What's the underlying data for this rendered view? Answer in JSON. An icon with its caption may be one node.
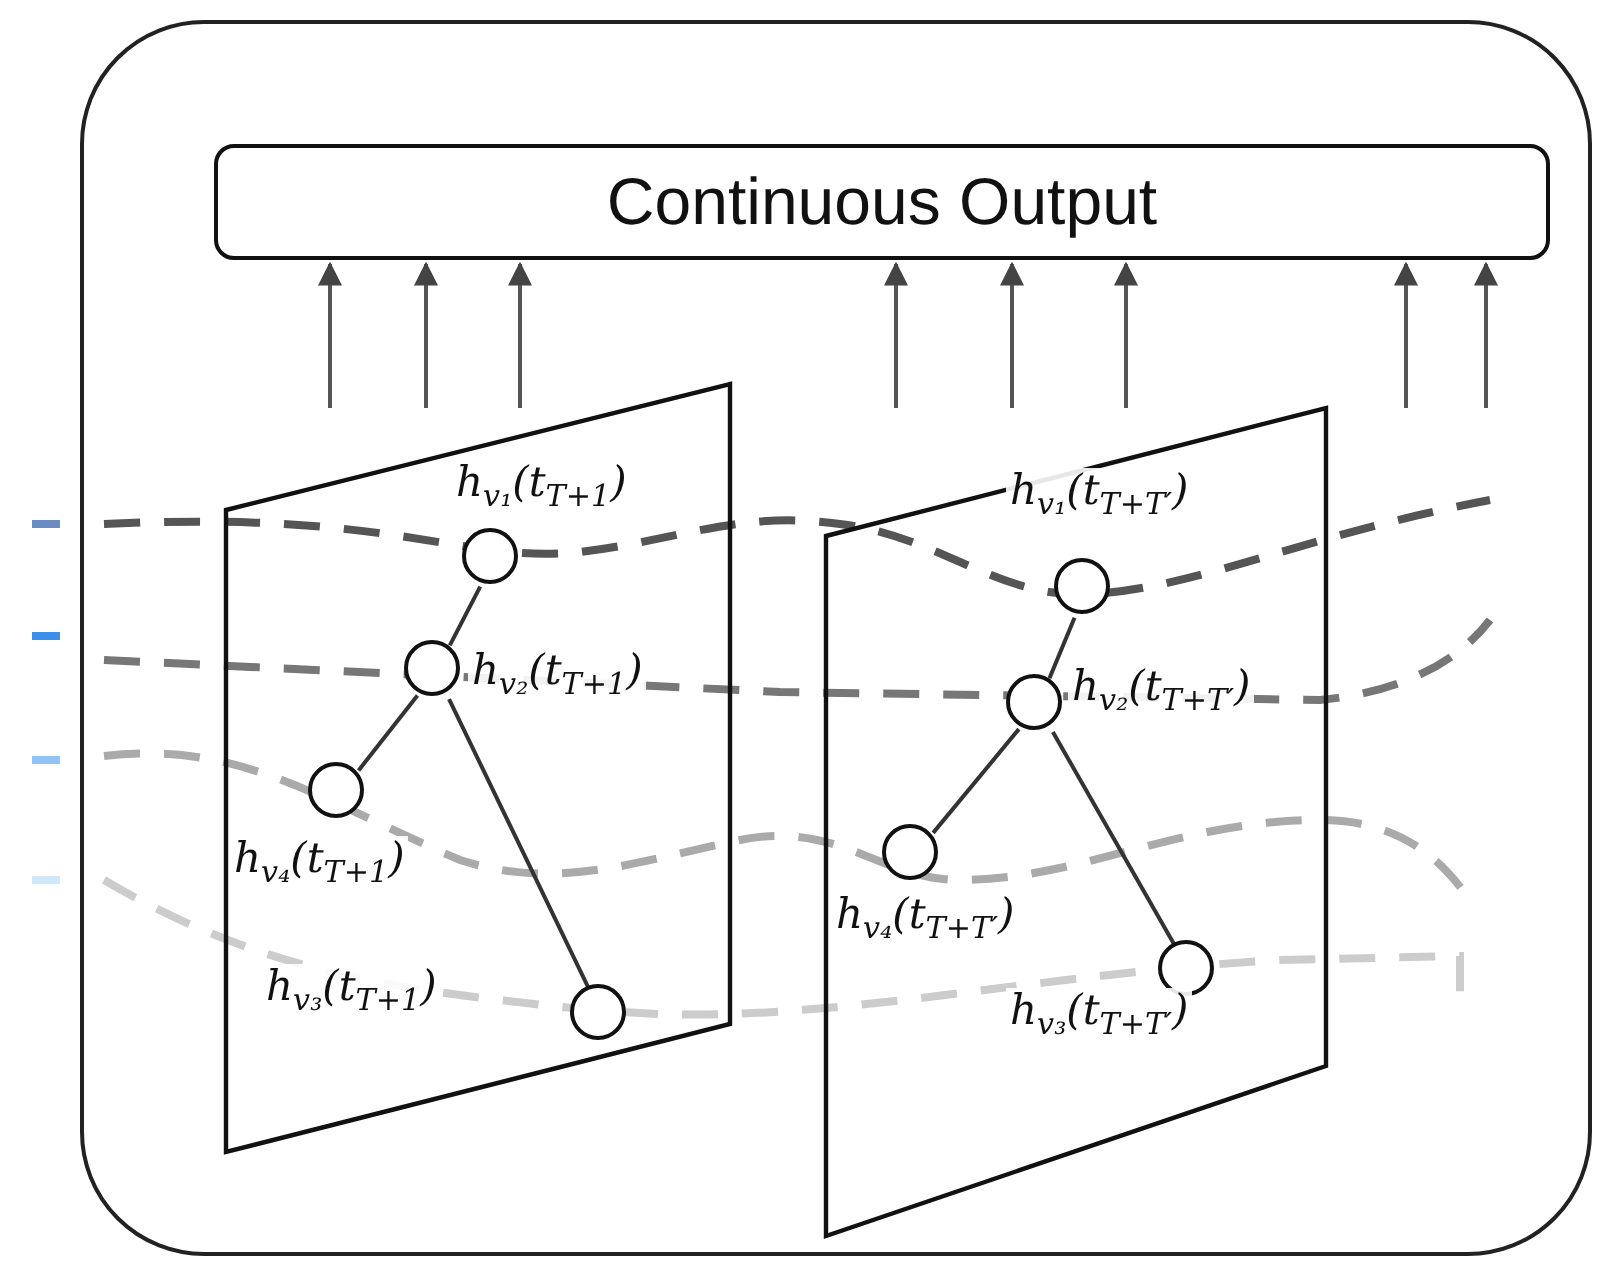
{
  "diagram": {
    "nodes": [
      {
        "text": [],
        "shape": "box"
      },
      {
        "text": [
          "Continuous Output"
        ],
        "in": 0
      },
      {
        "text": [],
        "shape": "parallelogram",
        "in": 0
      },
      {
        "text": [],
        "shape": "circle",
        "in": 2,
        "beside": [
          "h$_{v₁}$(t$_{T+1}$)"
        ]
      },
      {
        "text": [],
        "shape": "circle",
        "in": 2,
        "beside": [
          "h$_{v₂}$(t$_{T+1}$)"
        ]
      },
      {
        "text": [],
        "shape": "circle",
        "in": 2,
        "beside": [
          "h$_{v₄}$(t$_{T+1}$)"
        ]
      },
      {
        "text": [],
        "shape": "circle",
        "in": 2,
        "beside": [
          "h$_{v₃}$(t$_{T+1}$)"
        ]
      },
      {
        "text": [],
        "shape": "parallelogram",
        "in": 0
      },
      {
        "text": [],
        "shape": "circle",
        "in": 7,
        "beside": [
          "h$_{v₁}$(t$_{T+T′}$)"
        ]
      },
      {
        "text": [],
        "shape": "circle",
        "in": 7,
        "beside": [
          "h$_{v₂}$(t$_{T+T′}$)"
        ]
      },
      {
        "text": [],
        "shape": "circle",
        "in": 7,
        "beside": [
          "h$_{v₄}$(t$_{T+T′}$)"
        ]
      },
      {
        "text": [],
        "shape": "circle",
        "in": 7,
        "beside": [
          "h$_{v₃}$(t$_{T+T′}$)"
        ]
      }
    ],
    "edges": [
      {
        "from": null,
        "to": 1,
        "arrow": "to"
      },
      {
        "from": null,
        "to": 1,
        "arrow": "to"
      },
      {
        "from": null,
        "to": 1,
        "arrow": "to"
      },
      {
        "from": null,
        "to": 1,
        "arrow": "to"
      },
      {
        "from": null,
        "to": 1,
        "arrow": "to"
      },
      {
        "from": null,
        "to": 1,
        "arrow": "to"
      },
      {
        "from": null,
        "to": 1,
        "arrow": "to"
      },
      {
        "from": null,
        "to": 1,
        "arrow": "to"
      },
      {
        "from": 3,
        "to": 4,
        "arrow": "none"
      },
      {
        "from": 4,
        "to": 5,
        "arrow": "none"
      },
      {
        "from": 4,
        "to": 6,
        "arrow": "none"
      },
      {
        "from": 8,
        "to": 9,
        "arrow": "none"
      },
      {
        "from": 9,
        "to": 10,
        "arrow": "none"
      },
      {
        "from": 9,
        "to": 11,
        "arrow": "none"
      }
    ]
  }
}
